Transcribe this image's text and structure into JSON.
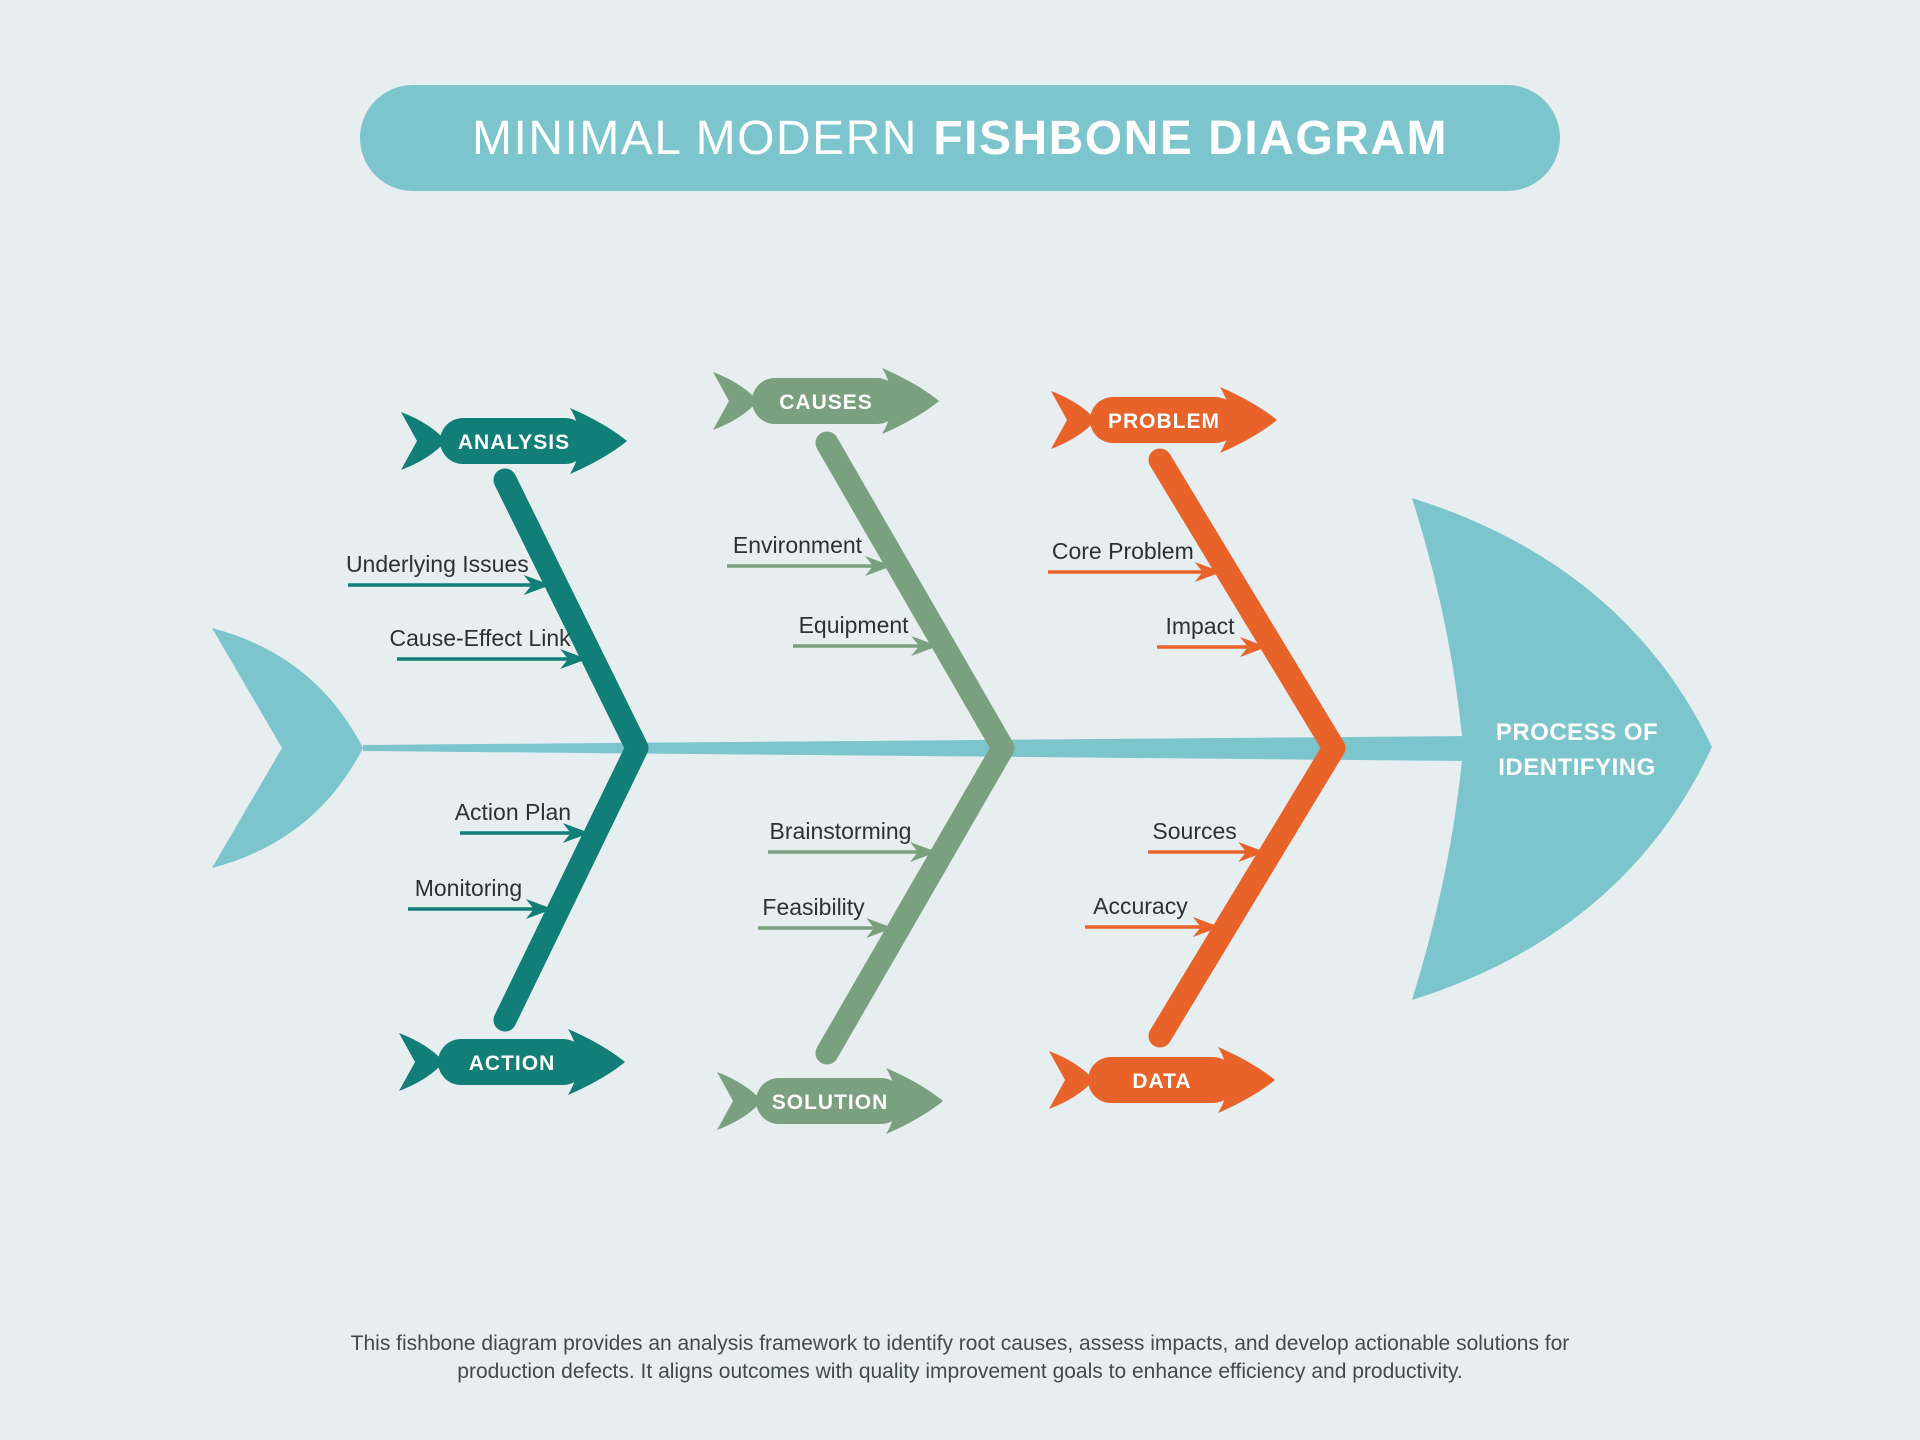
{
  "title": {
    "regular": "MINIMAL MODERN",
    "bold": "FISHBONE DIAGRAM"
  },
  "head": {
    "line1": "PROCESS OF",
    "line2": "IDENTIFYING"
  },
  "colors": {
    "background": "#e7eef0",
    "base_teal": "#7cc5cd",
    "teal": "#117e78",
    "green": "#7aa080",
    "orange": "#e8632a",
    "label_text": "#ffffff",
    "factor_text": "#2c3233",
    "description_text": "#414a4c"
  },
  "pairs": [
    {
      "color_key": "teal",
      "top": {
        "label": "ANALYSIS",
        "items": [
          "Underlying Issues",
          "Cause-Effect Link"
        ]
      },
      "bottom": {
        "label": "ACTION",
        "items": [
          "Action Plan",
          "Monitoring"
        ]
      }
    },
    {
      "color_key": "green",
      "top": {
        "label": "CAUSES",
        "items": [
          "Environment",
          "Equipment"
        ]
      },
      "bottom": {
        "label": "SOLUTION",
        "items": [
          "Brainstorming",
          "Feasibility"
        ]
      }
    },
    {
      "color_key": "orange",
      "top": {
        "label": "PROBLEM",
        "items": [
          "Core Problem",
          "Impact"
        ]
      },
      "bottom": {
        "label": "DATA",
        "items": [
          "Sources",
          "Accuracy"
        ]
      }
    }
  ],
  "description": "This fishbone diagram provides an analysis framework to identify root causes, assess impacts, and develop actionable solutions for production defects. It aligns outcomes with quality improvement goals to enhance efficiency and productivity."
}
